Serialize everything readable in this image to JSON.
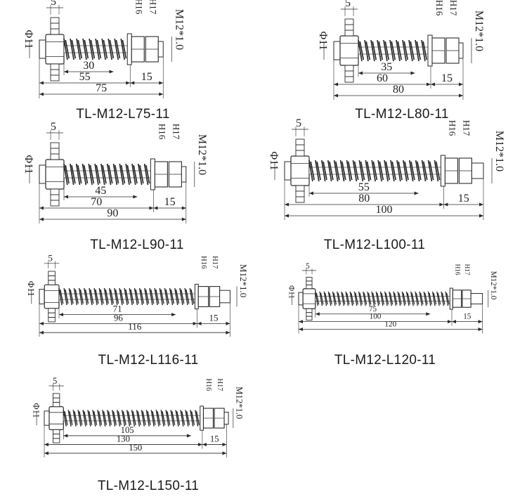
{
  "labels": {
    "hex": "5",
    "dia": "Φ11",
    "h16": "H16",
    "h17": "H17",
    "thread": "M12*1.0"
  },
  "drawings": [
    {
      "model": "TL-M12-L75-11",
      "spring_len": "30",
      "inner_len": "55",
      "nut_len": "15",
      "total_len": "75"
    },
    {
      "model": "TL-M12-L80-11",
      "spring_len": "35",
      "inner_len": "60",
      "nut_len": "15",
      "total_len": "80"
    },
    {
      "model": "TL-M12-L90-11",
      "spring_len": "45",
      "inner_len": "70",
      "nut_len": "15",
      "total_len": "90"
    },
    {
      "model": "TL-M12-L100-11",
      "spring_len": "55",
      "inner_len": "80",
      "nut_len": "15",
      "total_len": "100"
    },
    {
      "model": "TL-M12-L116-11",
      "spring_len": "71",
      "inner_len": "96",
      "nut_len": "15",
      "total_len": "116"
    },
    {
      "model": "TL-M12-L120-11",
      "spring_len": "75",
      "inner_len": "100",
      "nut_len": "15",
      "total_len": "120"
    },
    {
      "model": "TL-M12-L150-11",
      "spring_len": "105",
      "inner_len": "130",
      "nut_len": "15",
      "total_len": "150"
    }
  ],
  "colors": {
    "line": "#222222",
    "fill": "#ffffff"
  }
}
